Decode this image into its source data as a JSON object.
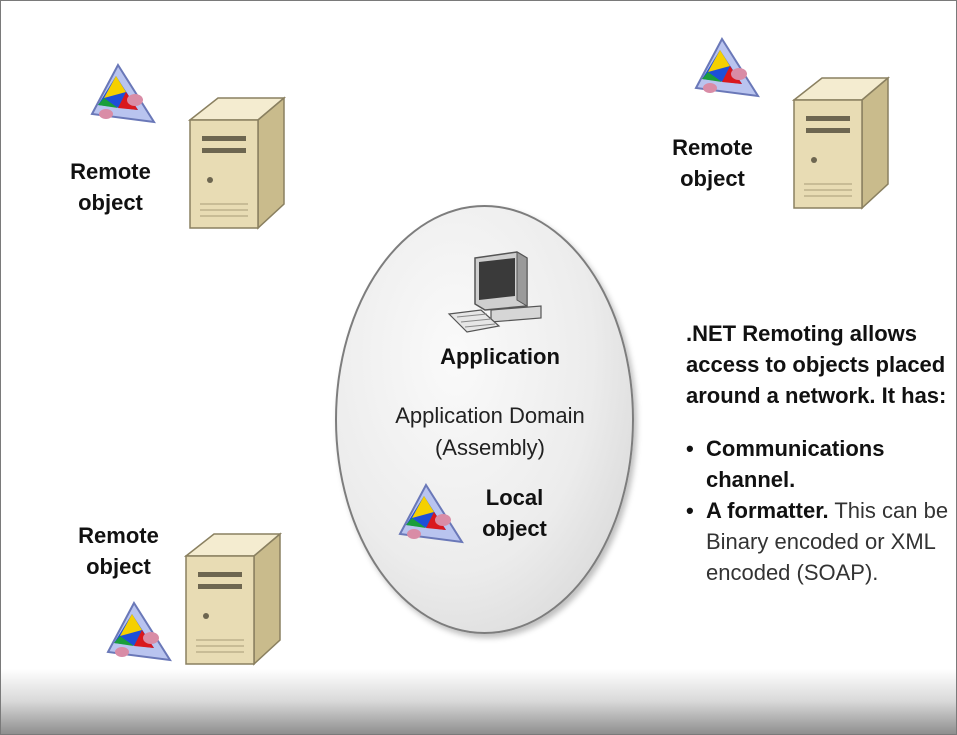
{
  "remote_top_left": {
    "label": "Remote\nobject"
  },
  "remote_top_right": {
    "label": "Remote\nobject"
  },
  "remote_bottom_left": {
    "label": "Remote\nobject"
  },
  "center": {
    "application": "Application",
    "domain_line1": "Application Domain",
    "domain_line2": "(Assembly)",
    "local_object": "Local\nobject"
  },
  "info": {
    "heading": ".NET Remoting allows access to objects placed around a network. It has:",
    "bullets": [
      {
        "bold": "Communications channel.",
        "rest": ""
      },
      {
        "bold": "A formatter.",
        "rest": " This can be Binary encoded or XML encoded (SOAP)."
      }
    ]
  },
  "colors": {
    "server_body": "#e8dcb4",
    "ellipse_fill": "#ececec",
    "triangle_red": "#d9181e",
    "triangle_yellow": "#f5d000",
    "triangle_blue": "#1d4fd8",
    "triangle_green": "#1a9e3a",
    "ball_pink": "#d98ca6"
  }
}
